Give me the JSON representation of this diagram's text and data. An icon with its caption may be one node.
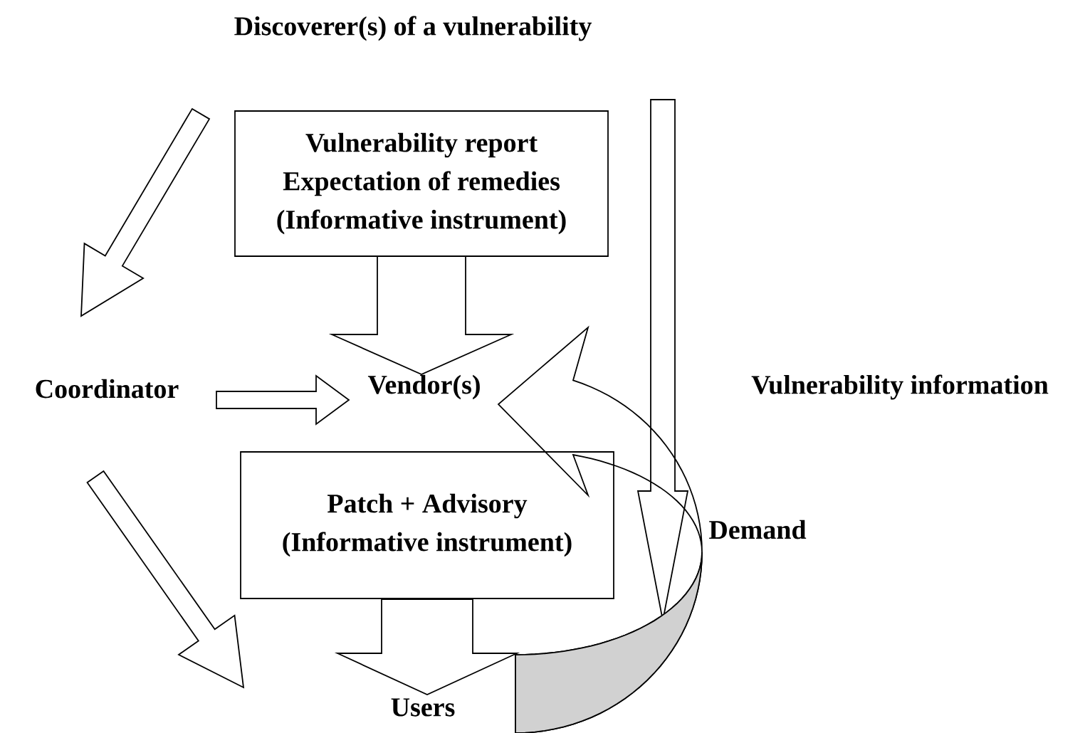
{
  "diagram": {
    "nodes": [
      {
        "text": [
          "Discoverer(s) of a vulnerability"
        ]
      },
      {
        "text": [
          "Vulnerability report",
          "Expectation of remedies",
          "(Informative instrument)"
        ]
      },
      {
        "text": [
          "Coordinator"
        ]
      },
      {
        "text": [
          "Vendor(s)"
        ]
      },
      {
        "text": [
          "Patch + Advisory",
          "(Informative instrument)"
        ]
      },
      {
        "text": [
          "Users"
        ]
      }
    ],
    "edges": [
      {
        "from": 0,
        "to": 2,
        "arrow": "to"
      },
      {
        "from": 2,
        "to": 3,
        "arrow": "to"
      },
      {
        "from": 2,
        "to": 5,
        "arrow": "to"
      },
      {
        "from": 1,
        "to": 3,
        "arrow": "to"
      },
      {
        "from": 4,
        "to": 5,
        "arrow": "to"
      },
      {
        "from": 0,
        "to": 5,
        "arrow": "to",
        "label": "Vulnerability information"
      },
      {
        "from": 5,
        "to": 3,
        "arrow": "to",
        "label": "Demand"
      }
    ]
  }
}
